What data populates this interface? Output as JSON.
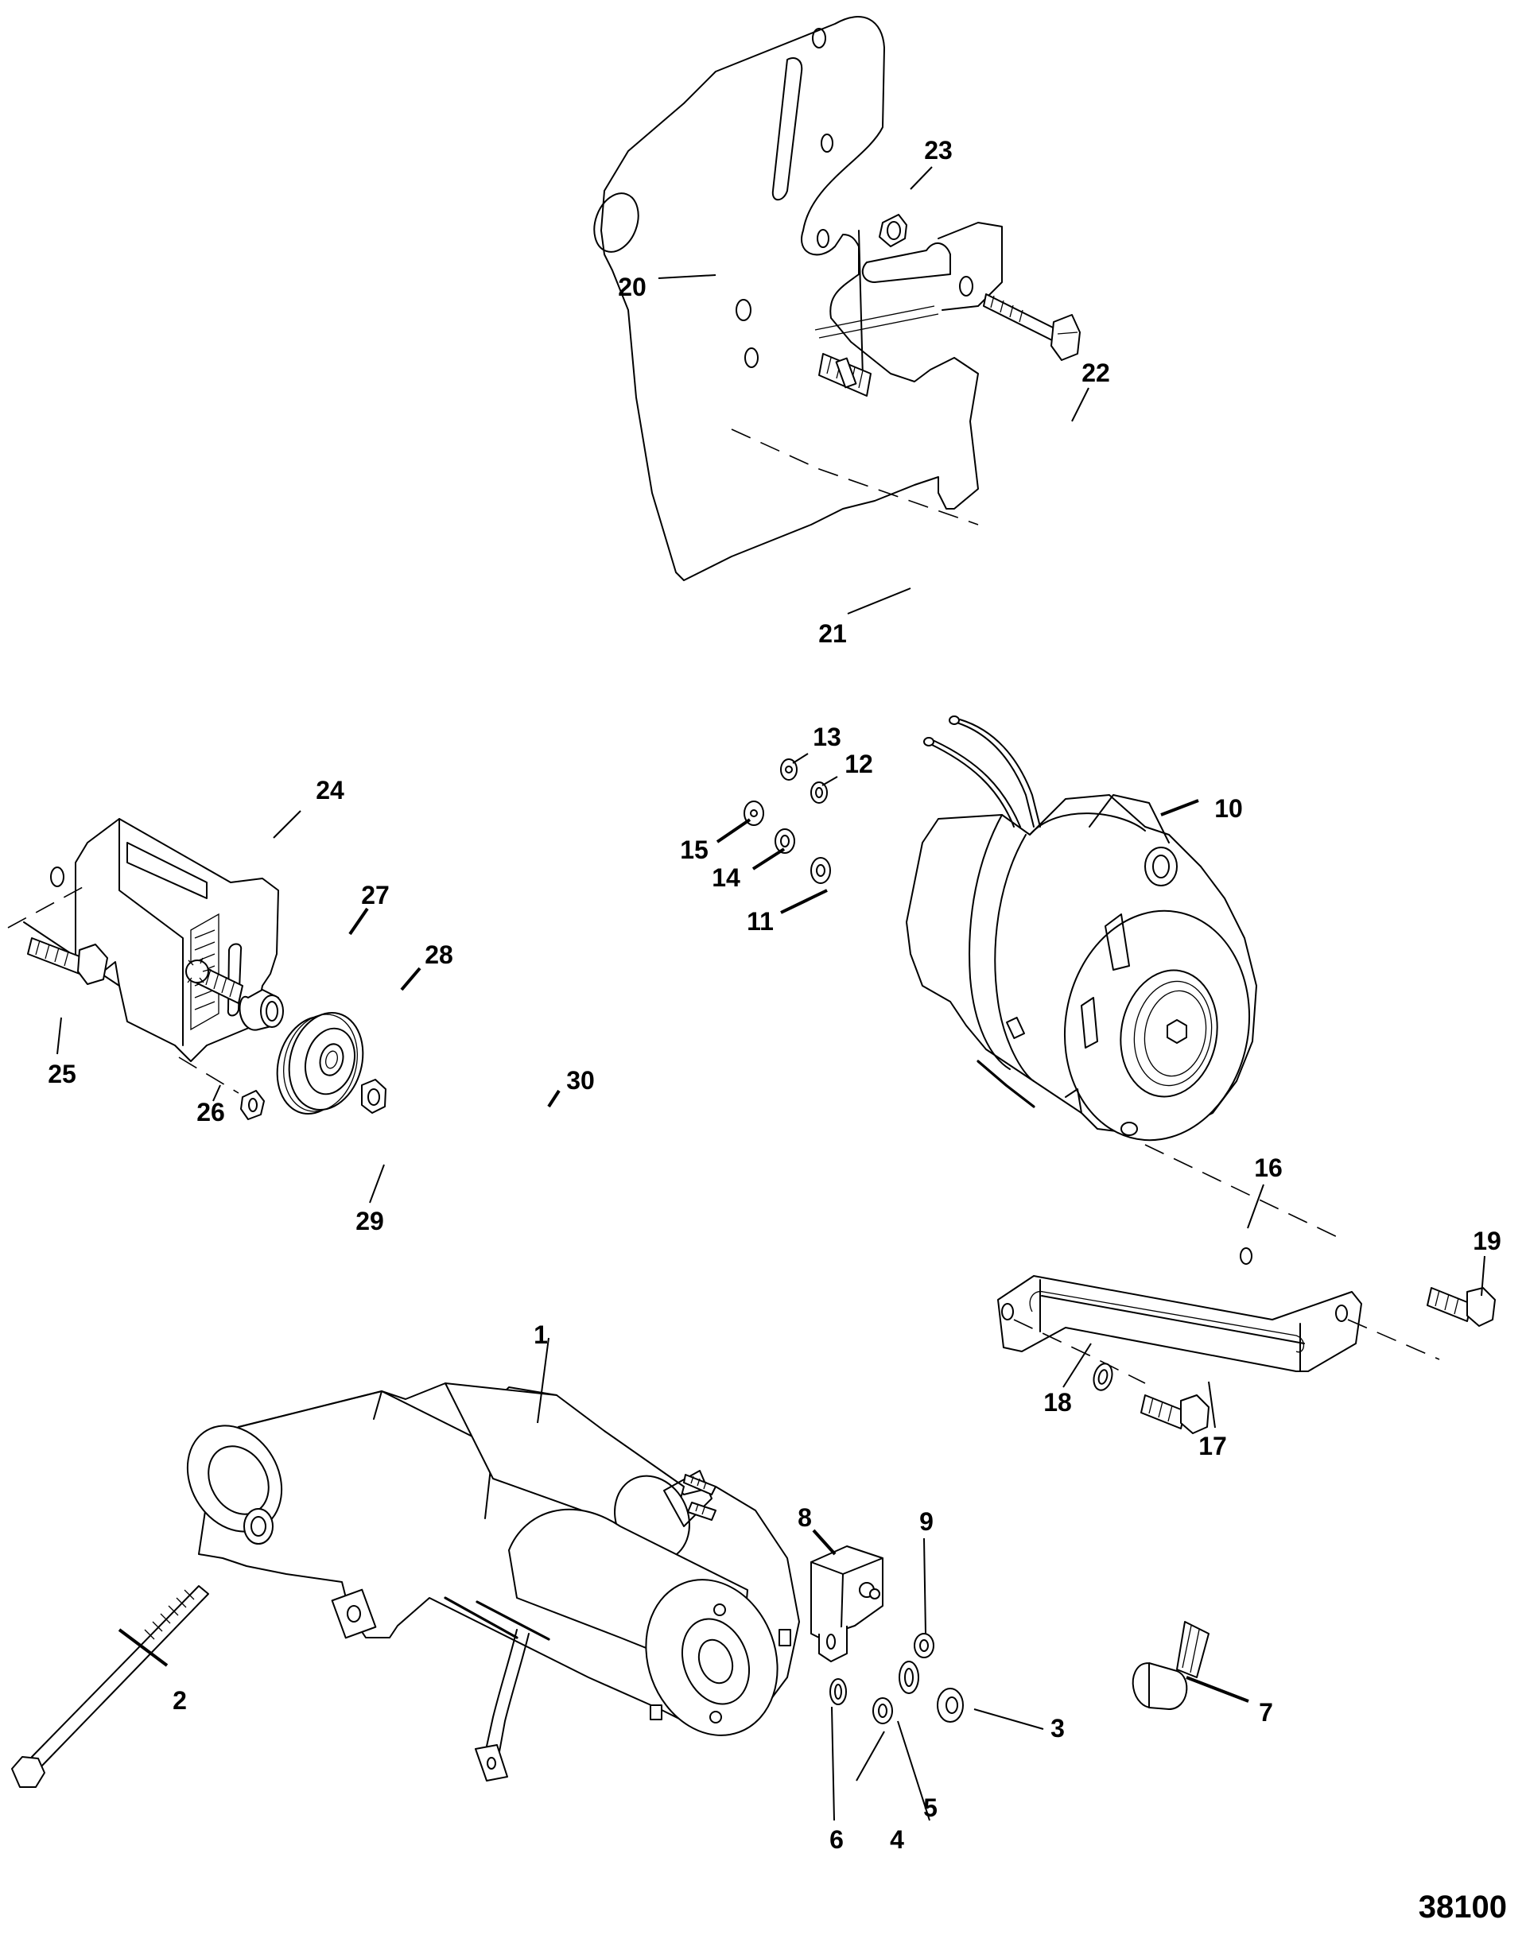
{
  "figure": {
    "figure_number": "38100",
    "description": "Exploded parts diagram: starter motor, alternator, mounting brackets and idler pulley"
  },
  "parts": [
    {
      "callout": "1",
      "part": "starter-motor"
    },
    {
      "callout": "2",
      "part": "long-bolt"
    },
    {
      "callout": "3",
      "part": "nut"
    },
    {
      "callout": "4",
      "part": "nut"
    },
    {
      "callout": "5",
      "part": "lock-washer"
    },
    {
      "callout": "6",
      "part": "lock-washer"
    },
    {
      "callout": "7",
      "part": "terminal-boot"
    },
    {
      "callout": "8",
      "part": "terminal-block"
    },
    {
      "callout": "9",
      "part": "nut"
    },
    {
      "callout": "10",
      "part": "alternator"
    },
    {
      "callout": "11",
      "part": "washer"
    },
    {
      "callout": "12",
      "part": "washer"
    },
    {
      "callout": "13",
      "part": "nut"
    },
    {
      "callout": "14",
      "part": "lock-washer"
    },
    {
      "callout": "15",
      "part": "nut"
    },
    {
      "callout": "16",
      "part": "alternator-brace"
    },
    {
      "callout": "17",
      "part": "screw"
    },
    {
      "callout": "18",
      "part": "lock-washer"
    },
    {
      "callout": "19",
      "part": "screw"
    },
    {
      "callout": "20",
      "part": "alternator-bracket"
    },
    {
      "callout": "21",
      "part": "stud"
    },
    {
      "callout": "22",
      "part": "bolt"
    },
    {
      "callout": "23",
      "part": "nut"
    },
    {
      "callout": "24",
      "part": "idler-bracket"
    },
    {
      "callout": "25",
      "part": "screw"
    },
    {
      "callout": "26",
      "part": "nut"
    },
    {
      "callout": "27",
      "part": "idler-stud"
    },
    {
      "callout": "28",
      "part": "spacer"
    },
    {
      "callout": "29",
      "part": "idler-pulley"
    },
    {
      "callout": "30",
      "part": "flange-nut"
    }
  ]
}
